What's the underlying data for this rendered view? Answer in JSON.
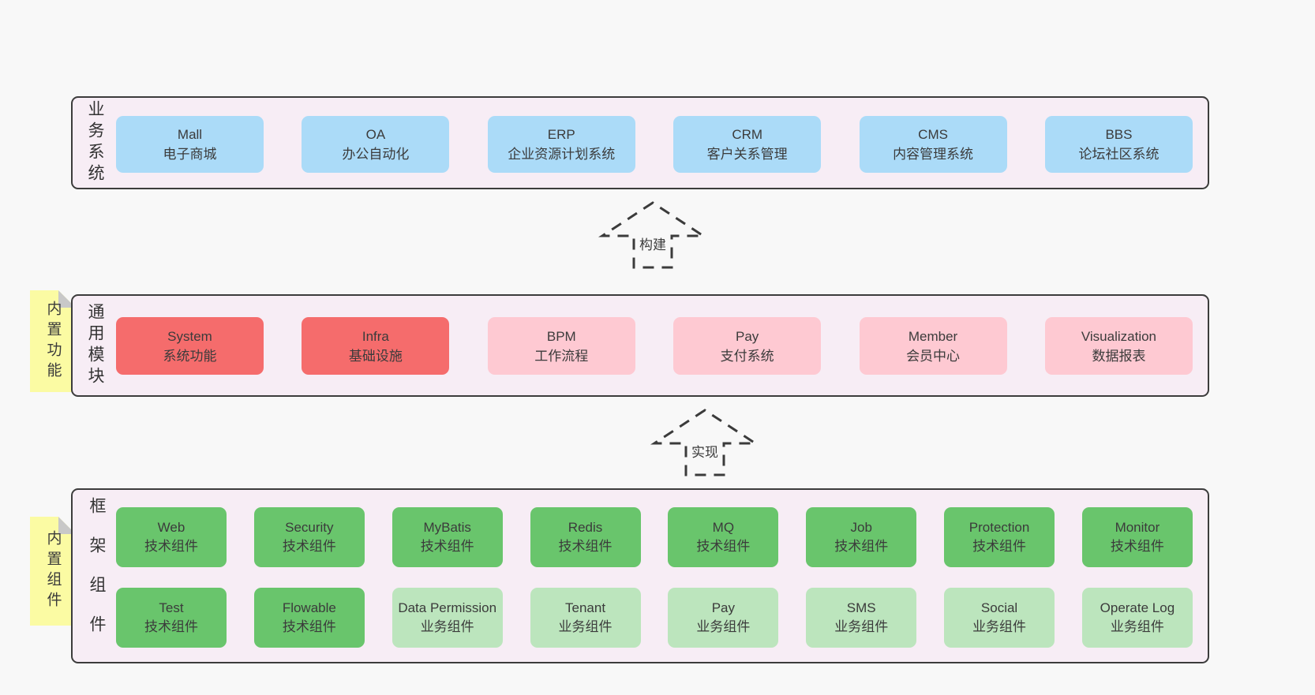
{
  "colors": {
    "page_bg": "#f8f8f8",
    "panel_bg": "#f7edf5",
    "panel_border": "#3c3c3c",
    "text": "#3b3b3b",
    "note_bg": "#fbfba3",
    "note_fold": "#c8c8c8",
    "arrow": "#3b3b3b",
    "blue": "#abdbf8",
    "red": "#f56c6c",
    "pink": "#fec9d2",
    "green": "#69c56c",
    "light_green": "#bce5bd"
  },
  "layers": {
    "business": {
      "side_label": "业务系统",
      "boxes": [
        {
          "title": "Mall",
          "subtitle": "电子商城",
          "variant": "blue"
        },
        {
          "title": "OA",
          "subtitle": "办公自动化",
          "variant": "blue"
        },
        {
          "title": "ERP",
          "subtitle": "企业资源计划系统",
          "variant": "blue"
        },
        {
          "title": "CRM",
          "subtitle": "客户关系管理",
          "variant": "blue"
        },
        {
          "title": "CMS",
          "subtitle": "内容管理系统",
          "variant": "blue"
        },
        {
          "title": "BBS",
          "subtitle": "论坛社区系统",
          "variant": "blue"
        }
      ]
    },
    "modules": {
      "side_label": "通用模块",
      "note_label": "内置功能",
      "boxes": [
        {
          "title": "System",
          "subtitle": "系统功能",
          "variant": "red"
        },
        {
          "title": "Infra",
          "subtitle": "基础设施",
          "variant": "red"
        },
        {
          "title": "BPM",
          "subtitle": "工作流程",
          "variant": "pink"
        },
        {
          "title": "Pay",
          "subtitle": "支付系统",
          "variant": "pink"
        },
        {
          "title": "Member",
          "subtitle": "会员中心",
          "variant": "pink"
        },
        {
          "title": "Visualization",
          "subtitle": "数据报表",
          "variant": "pink"
        }
      ]
    },
    "components": {
      "side_label": "框架组件",
      "note_label": "内置组件",
      "row1": [
        {
          "title": "Web",
          "subtitle": "技术组件",
          "variant": "green"
        },
        {
          "title": "Security",
          "subtitle": "技术组件",
          "variant": "green"
        },
        {
          "title": "MyBatis",
          "subtitle": "技术组件",
          "variant": "green"
        },
        {
          "title": "Redis",
          "subtitle": "技术组件",
          "variant": "green"
        },
        {
          "title": "MQ",
          "subtitle": "技术组件",
          "variant": "green"
        },
        {
          "title": "Job",
          "subtitle": "技术组件",
          "variant": "green"
        },
        {
          "title": "Protection",
          "subtitle": "技术组件",
          "variant": "green"
        },
        {
          "title": "Monitor",
          "subtitle": "技术组件",
          "variant": "green"
        }
      ],
      "row2": [
        {
          "title": "Test",
          "subtitle": "技术组件",
          "variant": "green"
        },
        {
          "title": "Flowable",
          "subtitle": "技术组件",
          "variant": "green"
        },
        {
          "title": "Data Permission",
          "subtitle": "业务组件",
          "variant": "light_green"
        },
        {
          "title": "Tenant",
          "subtitle": "业务组件",
          "variant": "light_green"
        },
        {
          "title": "Pay",
          "subtitle": "业务组件",
          "variant": "light_green"
        },
        {
          "title": "SMS",
          "subtitle": "业务组件",
          "variant": "light_green"
        },
        {
          "title": "Social",
          "subtitle": "业务组件",
          "variant": "light_green"
        },
        {
          "title": "Operate Log",
          "subtitle": "业务组件",
          "variant": "light_green"
        }
      ]
    }
  },
  "arrows": {
    "build": {
      "label": "构建"
    },
    "implement": {
      "label": "实现"
    }
  }
}
